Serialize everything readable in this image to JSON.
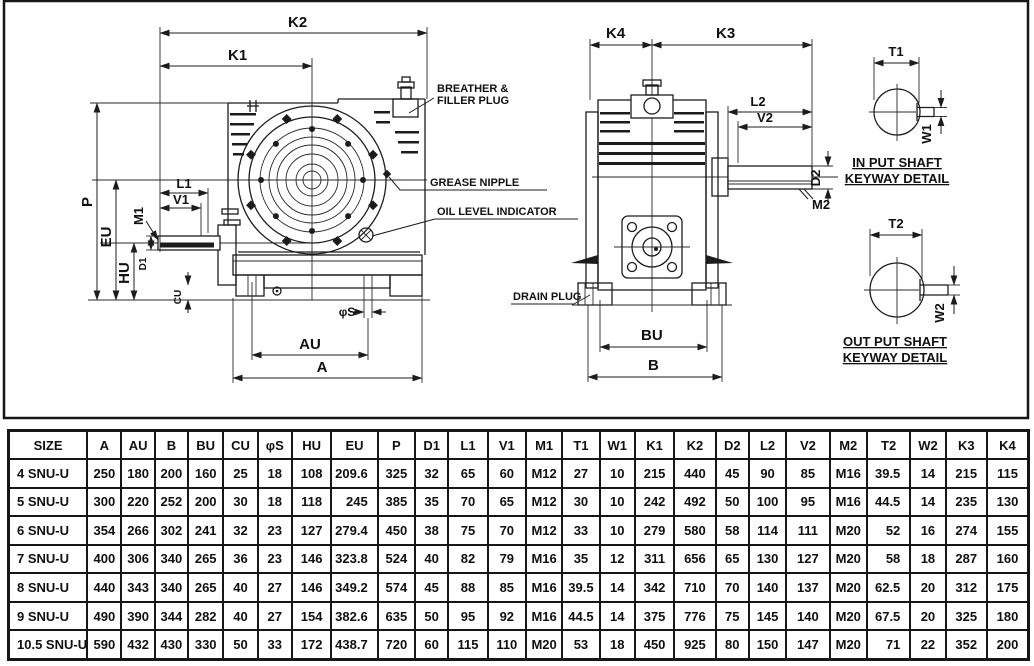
{
  "drawing": {
    "front_view": {
      "dim_labels": {
        "k2": "K2",
        "k1": "K1",
        "p": "P",
        "eu": "EU",
        "hu": "HU",
        "d1": "D1",
        "m1": "M1",
        "l1": "L1",
        "v1": "V1",
        "cu": "CU",
        "phi_s": "φS",
        "au": "AU",
        "a": "A"
      },
      "callouts": {
        "breather_line1": "BREATHER &",
        "breather_line2": "FILLER PLUG",
        "grease_nipple": "GREASE NIPPLE",
        "oil_level": "OIL LEVEL INDICATOR"
      }
    },
    "side_view": {
      "dim_labels": {
        "k4": "K4",
        "k3": "K3",
        "l2": "L2",
        "v2": "V2",
        "d2": "D2",
        "m2": "M2",
        "bu": "BU",
        "b": "B"
      },
      "callouts": {
        "drain_plug": "DRAIN PLUG"
      }
    },
    "input_keyway": {
      "t1": "T1",
      "w1": "W1",
      "title_line1": "IN PUT SHAFT",
      "title_line2": "KEYWAY DETAIL"
    },
    "output_keyway": {
      "t2": "T2",
      "w2": "W2",
      "title_line1": "OUT PUT SHAFT",
      "title_line2": "KEYWAY DETAIL"
    }
  },
  "table": {
    "headers": [
      "SIZE",
      "A",
      "AU",
      "B",
      "BU",
      "CU",
      "φS",
      "HU",
      "EU",
      "P",
      "D1",
      "L1",
      "V1",
      "M1",
      "T1",
      "W1",
      "K1",
      "K2",
      "D2",
      "L2",
      "V2",
      "M2",
      "T2",
      "W2",
      "K3",
      "K4"
    ],
    "rows": [
      [
        "4 SNU-U",
        "250",
        "180",
        "200",
        "160",
        "25",
        "18",
        "108",
        "209.6",
        "325",
        "32",
        "65",
        "60",
        "M12",
        "27",
        "10",
        "215",
        "440",
        "45",
        "90",
        "85",
        "M16",
        "39.5",
        "14",
        "215",
        "115"
      ],
      [
        "5 SNU-U",
        "300",
        "220",
        "252",
        "200",
        "30",
        "18",
        "118",
        "245",
        "385",
        "35",
        "70",
        "65",
        "M12",
        "30",
        "10",
        "242",
        "492",
        "50",
        "100",
        "95",
        "M16",
        "44.5",
        "14",
        "235",
        "130"
      ],
      [
        "6 SNU-U",
        "354",
        "266",
        "302",
        "241",
        "32",
        "23",
        "127",
        "279.4",
        "450",
        "38",
        "75",
        "70",
        "M12",
        "33",
        "10",
        "279",
        "580",
        "58",
        "114",
        "111",
        "M20",
        "52",
        "16",
        "274",
        "155"
      ],
      [
        "7 SNU-U",
        "400",
        "306",
        "340",
        "265",
        "36",
        "23",
        "146",
        "323.8",
        "524",
        "40",
        "82",
        "79",
        "M16",
        "35",
        "12",
        "311",
        "656",
        "65",
        "130",
        "127",
        "M20",
        "58",
        "18",
        "287",
        "160"
      ],
      [
        "8 SNU-U",
        "440",
        "343",
        "340",
        "265",
        "40",
        "27",
        "146",
        "349.2",
        "574",
        "45",
        "88",
        "85",
        "M16",
        "39.5",
        "14",
        "342",
        "710",
        "70",
        "140",
        "137",
        "M20",
        "62.5",
        "20",
        "312",
        "175"
      ],
      [
        "9 SNU-U",
        "490",
        "390",
        "344",
        "282",
        "40",
        "27",
        "154",
        "382.6",
        "635",
        "50",
        "95",
        "92",
        "M16",
        "44.5",
        "14",
        "375",
        "776",
        "75",
        "145",
        "140",
        "M20",
        "67.5",
        "20",
        "325",
        "180"
      ],
      [
        "10.5 SNU-U",
        "590",
        "432",
        "430",
        "330",
        "50",
        "33",
        "172",
        "438.7",
        "720",
        "60",
        "115",
        "110",
        "M20",
        "53",
        "18",
        "450",
        "925",
        "80",
        "150",
        "147",
        "M20",
        "71",
        "22",
        "352",
        "200"
      ]
    ]
  }
}
